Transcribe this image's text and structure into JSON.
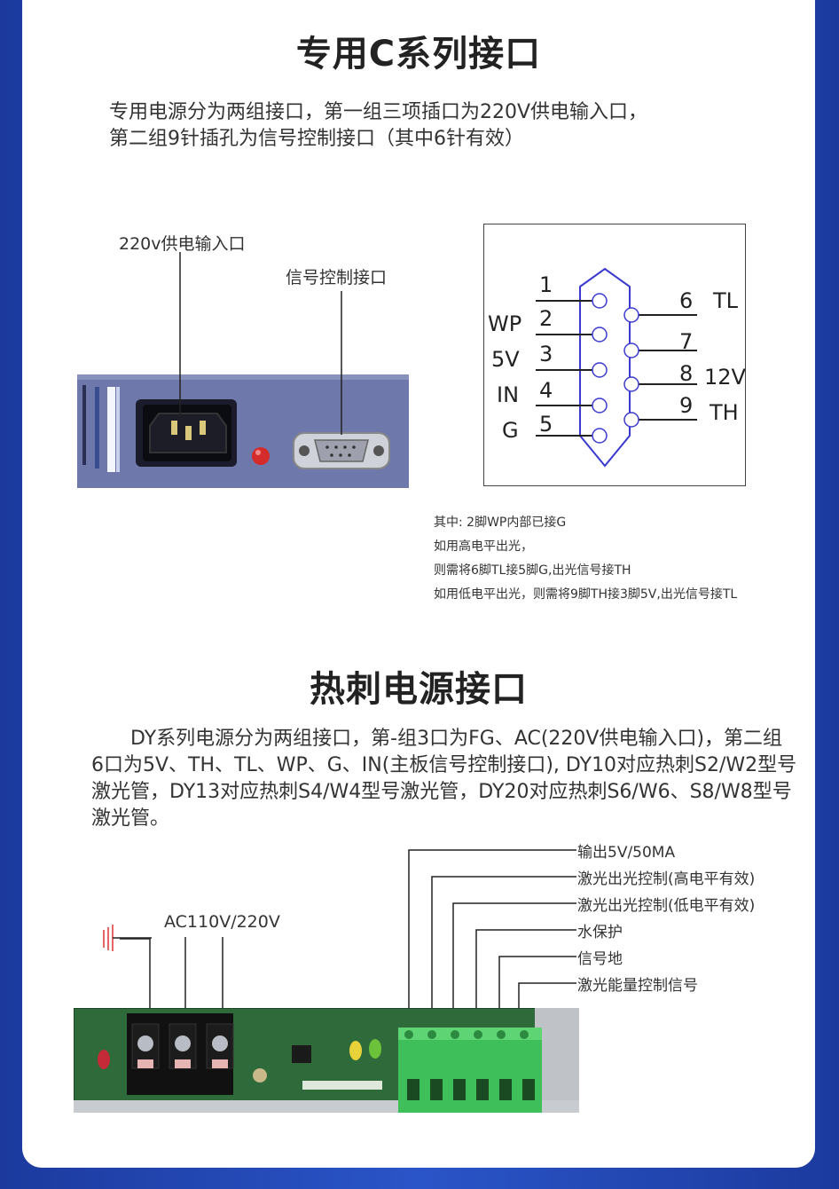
{
  "section1": {
    "title": "专用C系列接口",
    "desc_line1": "专用电源分为两组接口，第一组三项插口为220V供电输入口，",
    "desc_line2": "第二组9针插孔为信号控制接口（其中6针有效）",
    "label_power": "220v供电输入口",
    "label_signal": "信号控制接口"
  },
  "db9": {
    "left_pins": [
      "1",
      "2",
      "3",
      "4",
      "5"
    ],
    "left_names": [
      "",
      "WP",
      "5V",
      "IN",
      "G"
    ],
    "right_pins": [
      "6",
      "7",
      "8",
      "9"
    ],
    "right_names": [
      "TL",
      "",
      "12V",
      "TH"
    ]
  },
  "notes": [
    "其中: 2脚WP内部已接G",
    "如用高电平出光，",
    "则需将6脚TL接5脚G,出光信号接TH",
    "如用低电平出光，则需将9脚TH接3脚5V,出光信号接TL"
  ],
  "section2": {
    "title": "热刺电源接口",
    "desc_lines": [
      "DY系列电源分为两组接口，第-组3口为FG、AC(220V供电输入口)，第二组",
      "6口为5V、TH、TL、WP、G、IN(主板信号控制接口), DY10对应热刺S2/W2型号",
      "激光管，DY13对应热刺S4/W4型号激光管，DY20对应热刺S6/W6、S8/W8型号",
      "激光管。"
    ],
    "ac_label": "AC110V/220V",
    "signal_labels": [
      "输出5V/50MA",
      "激光出光控制(高电平有效)",
      "激光出光控制(低电平有效)",
      "水保护",
      "信号地",
      "激光能量控制信号"
    ]
  },
  "colors": {
    "background": "#2a55c8",
    "panel": "#6c76a8",
    "pcb": "#2f6b3a",
    "terminal": "#3fbf5a",
    "diagram_blue": "#3a3ad0"
  }
}
